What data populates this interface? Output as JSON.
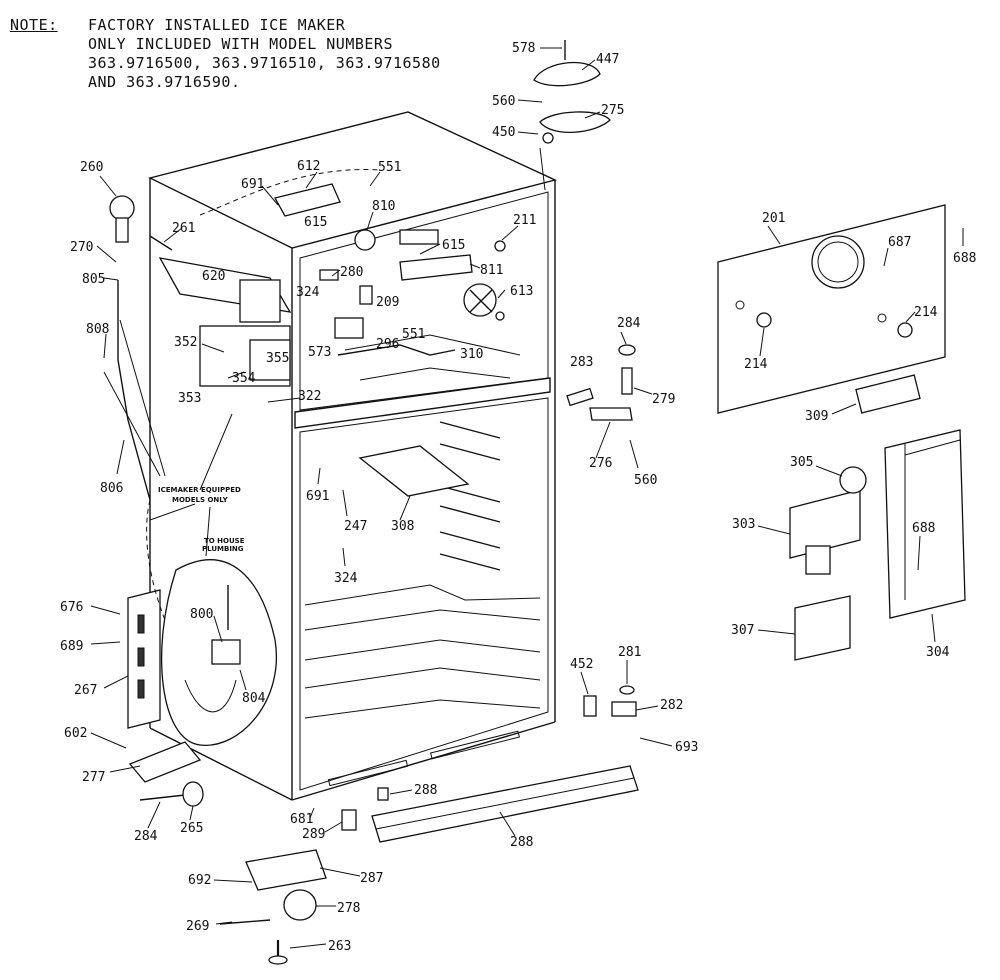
{
  "note": {
    "label": "NOTE:",
    "lines": [
      "FACTORY INSTALLED ICE MAKER",
      "ONLY INCLUDED WITH MODEL NUMBERS",
      "363.9716500, 363.9716510, 363.9716580",
      "AND 363.9716590."
    ]
  },
  "callouts": {
    "icemaker_1": "ICEMAKER EQUIPPED",
    "icemaker_2": "MODELS ONLY",
    "plumbing_1": "TO HOUSE",
    "plumbing_2": "PLUMBING"
  },
  "part_numbers": {
    "p578": "578",
    "p447": "447",
    "p560a": "560",
    "p275": "275",
    "p450": "450",
    "p260": "260",
    "p612": "612",
    "p551a": "551",
    "p691a": "691",
    "p810": "810",
    "p615a": "615",
    "p211": "211",
    "p261": "261",
    "p615b": "615",
    "p270": "270",
    "p620": "620",
    "p280": "280",
    "p811": "811",
    "p805": "805",
    "p324a": "324",
    "p209": "209",
    "p613": "613",
    "p808": "808",
    "p352": "352",
    "p355": "355",
    "p573": "573",
    "p551b": "551",
    "p296": "296",
    "p310": "310",
    "p354": "354",
    "p353": "353",
    "p322": "322",
    "p806": "806",
    "p284a": "284",
    "p283": "283",
    "p279": "279",
    "p276": "276",
    "p560b": "560",
    "p201": "201",
    "p687": "687",
    "p688a": "688",
    "p214a": "214",
    "p214b": "214",
    "p309": "309",
    "p305": "305",
    "p303": "303",
    "p688b": "688",
    "p307": "307",
    "p304": "304",
    "p691b": "691",
    "p247": "247",
    "p308": "308",
    "p324b": "324",
    "p676": "676",
    "p689": "689",
    "p267": "267",
    "p800": "800",
    "p804": "804",
    "p452": "452",
    "p281": "281",
    "p282": "282",
    "p693": "693",
    "p602": "602",
    "p277": "277",
    "p288a": "288",
    "p681": "681",
    "p289": "289",
    "p288b": "288",
    "p284b": "284",
    "p265": "265",
    "p287": "287",
    "p692": "692",
    "p278": "278",
    "p269": "269",
    "p263": "263"
  }
}
